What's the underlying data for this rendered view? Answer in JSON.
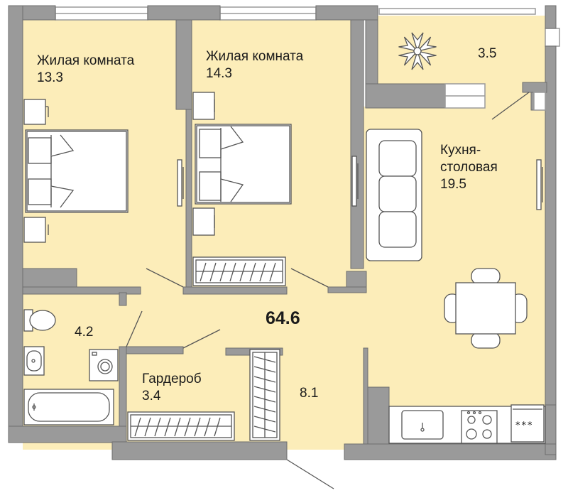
{
  "plan": {
    "total_area": "64.6",
    "rooms": [
      {
        "name": "Жилая комната",
        "area": "13.3"
      },
      {
        "name": "Жилая комната",
        "area": "14.3"
      },
      {
        "name": "",
        "area": "3.5"
      },
      {
        "name": "Кухня-\nстоловая",
        "area": "19.5"
      },
      {
        "name": "",
        "area": "4.2"
      },
      {
        "name": "Гардероб",
        "area": "3.4"
      },
      {
        "name": "",
        "area": "8.1"
      }
    ],
    "stove_symbol": "***"
  },
  "colors": {
    "floor": "#fcedb9",
    "wall": "#9a9a9a",
    "wall_edge": "#6d6d6d",
    "line": "#555555",
    "text": "#1b1b1b"
  }
}
